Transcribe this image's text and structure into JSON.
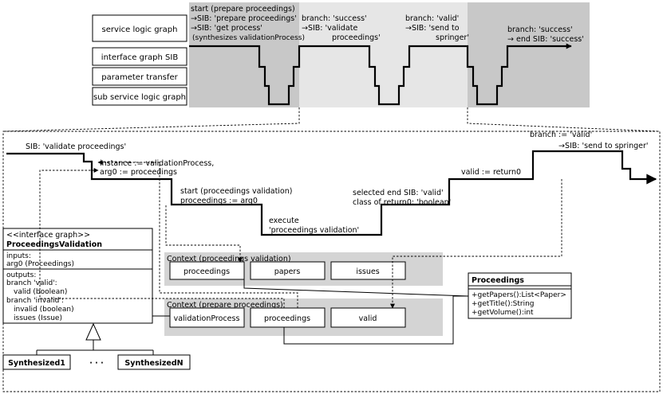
{
  "legend": {
    "service_logic_graph": "service logic graph",
    "interface_graph_sib": "interface graph SIB",
    "parameter_transfer": "parameter transfer",
    "sub_service_logic_graph": "sub service logic graph"
  },
  "top_flow": {
    "start_lines": [
      "start (prepare proceedings)",
      "→SIB: 'prepare proceedings'",
      "→SIB: 'get process'",
      "(synthesizes validationProcess)"
    ],
    "branch_success_lines": [
      "branch: 'success'",
      "→SIB: 'validate",
      "proceedings'"
    ],
    "branch_valid_lines": [
      "branch: 'valid'",
      "→SIB: 'send to",
      "springer'"
    ],
    "branch_end_lines": [
      "branch: 'success'",
      "→ end SIB: 'success'"
    ]
  },
  "detail": {
    "sib_title": "SIB: 'validate proceedings'",
    "instance_assign": "instance := validationProcess,",
    "arg0_assign": "arg0 := proceedings",
    "start_lines": [
      "start (proceedings validation)",
      "proceedings := arg0"
    ],
    "execute_lines": [
      "execute",
      "'proceedings validation'"
    ],
    "end_lines": [
      "selected end SIB: 'valid'",
      "class of return0: 'boolean'"
    ],
    "valid_assign": "valid := return0",
    "branch_lines": [
      "branch := 'valid'",
      "→SIB: 'send to springer'"
    ]
  },
  "interface_box": {
    "stereotype": "<<interface graph>>",
    "name": "ProceedingsValidation",
    "inputs_label": "inputs:",
    "inputs": [
      "arg0 (Proceedings)"
    ],
    "outputs_label": "outputs:",
    "outputs": [
      "branch 'valid':",
      "valid (boolean)",
      "branch 'invalid':",
      "invalid (boolean)",
      "issues (Issue)"
    ]
  },
  "context_validation": {
    "title": "Context (proceedings validation)",
    "fields": [
      "proceedings",
      "papers",
      "issues"
    ]
  },
  "context_prepare": {
    "title": "Context (prepare proceedings)",
    "fields": [
      "validationProcess",
      "proceedings",
      "valid"
    ]
  },
  "class_box": {
    "name": "Proceedings",
    "methods": [
      "+getPapers():List<Paper>",
      "+getTitle():String",
      "+getVolume():int"
    ]
  },
  "synthesized": {
    "first": "Synthesized1",
    "ellipsis": "· · ·",
    "last": "SynthesizedN"
  },
  "colors": {
    "dark_gray": "#c8c8c8",
    "light_gray": "#e6e6e6",
    "context_gray": "#d4d4d4"
  }
}
